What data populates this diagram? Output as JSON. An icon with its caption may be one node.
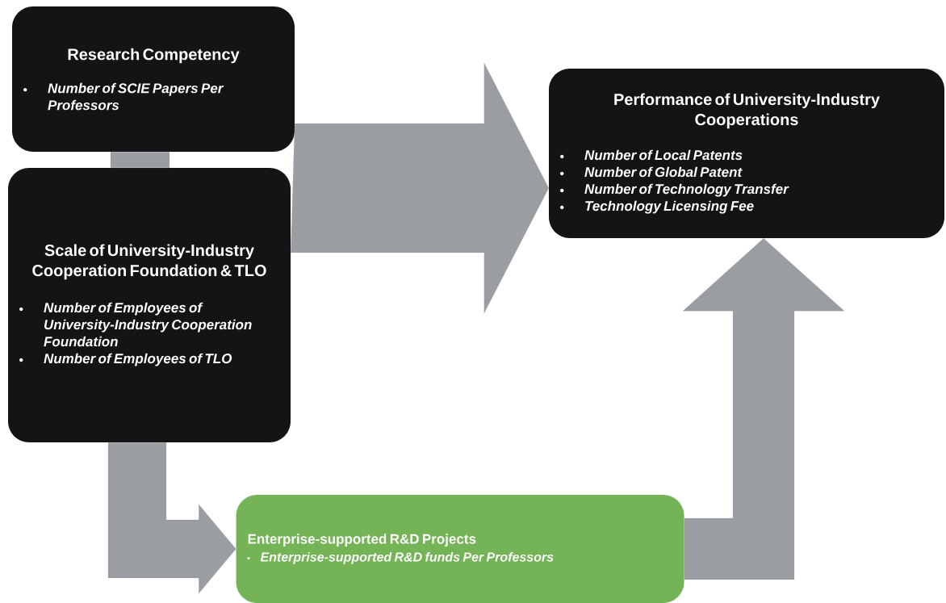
{
  "diagram": {
    "nodes": [
      {
        "text": [
          "Research Competency",
          "Number of SCIE Papers Per Professors"
        ]
      },
      {
        "text": [
          "Scale of University-Industry Cooperation Foundation & TLO",
          "Number of Employees of University-Industry Cooperation Foundation",
          "Number of Employees of TLO"
        ]
      },
      {
        "text": [
          "Performance of University-Industry Cooperations",
          "Number of Local Patents",
          "Number of Global Patent",
          "Number of Technology Transfer",
          "Technology Licensing Fee"
        ]
      },
      {
        "text": [
          "Enterprise-supported R&D Projects",
          "Enterprise-supported R&D funds Per Professors"
        ]
      }
    ],
    "edges": [
      {
        "from": 0,
        "to": 1,
        "arrow": "none"
      },
      {
        "from": 0,
        "to": 2,
        "arrow": "to",
        "style": "thick"
      },
      {
        "from": 1,
        "to": 2,
        "arrow": "to",
        "style": "thick"
      },
      {
        "from": 1,
        "to": 3,
        "arrow": "to"
      },
      {
        "from": 3,
        "to": 2,
        "arrow": "to"
      }
    ]
  }
}
